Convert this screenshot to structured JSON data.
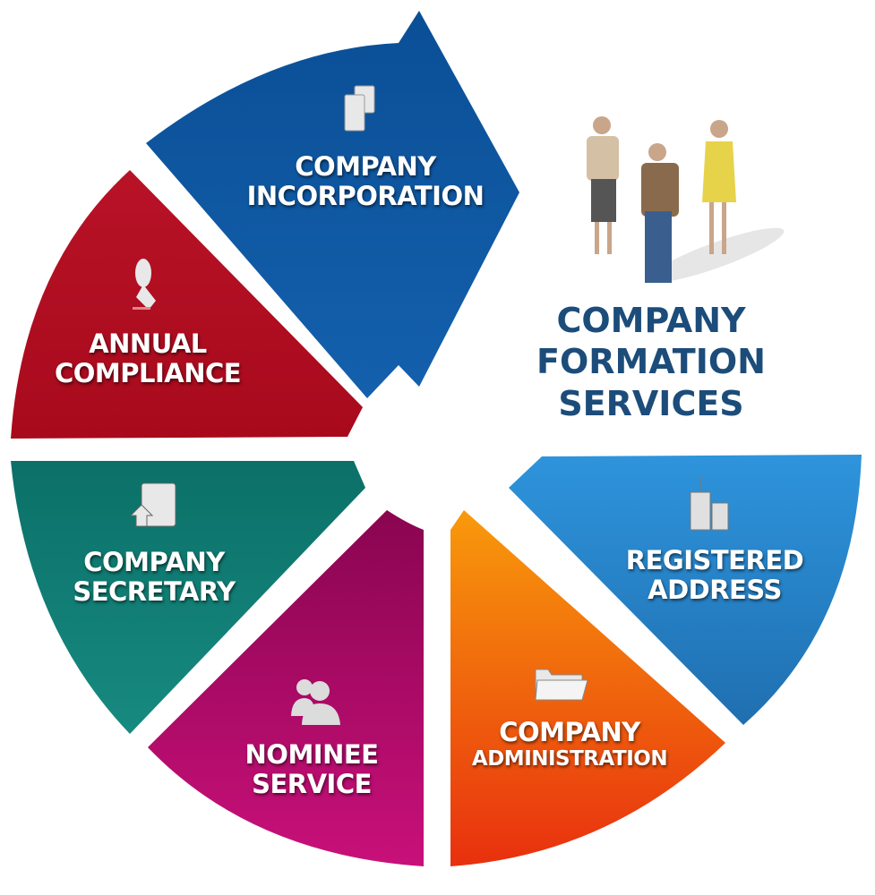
{
  "title": [
    "COMPANY",
    "FORMATION",
    "SERVICES"
  ],
  "segments": [
    {
      "name": "company-incorporation",
      "lines": [
        "COMPANY",
        "INCORPORATION"
      ],
      "icon": "documents-icon",
      "color": "#0d56a0"
    },
    {
      "name": "annual-compliance",
      "lines": [
        "ANNUAL",
        "COMPLIANCE"
      ],
      "icon": "pen-nib-icon",
      "color": "#b0101f"
    },
    {
      "name": "company-secretary",
      "lines": [
        "COMPANY",
        "SECRETARY"
      ],
      "icon": "document-upload-icon",
      "color": "#0f7a72"
    },
    {
      "name": "nominee-service",
      "lines": [
        "NOMINEE",
        "SERVICE"
      ],
      "icon": "users-icon",
      "color": "#a0085a"
    },
    {
      "name": "company-administration",
      "lines": [
        "COMPANY",
        "ADMINISTRATION"
      ],
      "icon": "folder-icon",
      "color": "#f07a0a"
    },
    {
      "name": "registered-address",
      "lines": [
        "REGISTERED",
        "ADDRESS"
      ],
      "icon": "building-icon",
      "color": "#2a8ad4"
    }
  ]
}
